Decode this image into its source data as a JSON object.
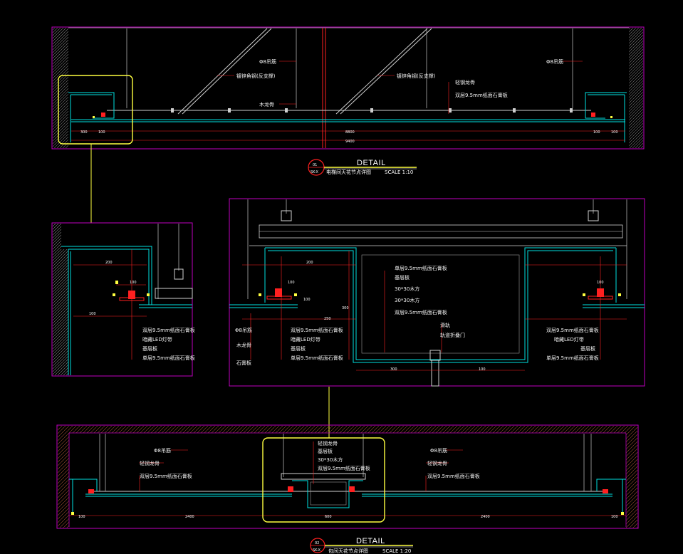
{
  "detail1": {
    "heading": "DETAIL",
    "number": "01",
    "sheet": "SK-X",
    "subtitle": "电梯间天花节点详图",
    "scale": "SCALE 1:10",
    "labels": {
      "rod_l": "Φ8吊筋",
      "rod_r": "Φ8吊筋",
      "angle_l": "镀锌角钢(反支撑)",
      "angle_r": "镀锌角钢(反支撑)",
      "keel_l": "木龙骨",
      "keel_r": "轻钢龙骨",
      "board_r": "双层9.5mm纸面石膏板"
    },
    "dims": [
      "300",
      "100",
      "8800",
      "100",
      "100",
      "9400"
    ]
  },
  "detail2": {
    "heading": "DETAIL",
    "number": "02",
    "sheet": "SK-X",
    "subtitle": "包间天花节点详图",
    "scale": "SCALE 1:20",
    "labels": {
      "rod_l": "Φ8吊筋",
      "keel_l": "轻钢龙骨",
      "board_l": "双层9.5mm纸面石膏板",
      "c1": "轻钢龙骨",
      "c2": "基层板",
      "c3": "30*30木方",
      "c4": "双层9.5mm纸面石膏板",
      "rod_r": "Φ8吊筋",
      "keel_r": "轻钢龙骨",
      "board_r": "双层9.5mm纸面石膏板"
    },
    "dims": [
      "100",
      "2400",
      "600",
      "2400",
      "100"
    ]
  },
  "zoom_left": {
    "labels": [
      "双层9.5mm纸面石膏板",
      "暗藏LED灯带",
      "基层板",
      "单层9.5mm纸面石膏板"
    ],
    "dims": [
      "200",
      "100",
      "100"
    ]
  },
  "zoom_right": {
    "labels_center": [
      "单层9.5mm纸面石膏板",
      "基层板",
      "30*30木方",
      "30*30木方",
      "双层9.5mm纸面石膏板",
      "滑轨",
      "轨道折叠门"
    ],
    "labels_left": [
      "Φ8吊筋",
      "木龙骨",
      "石膏板"
    ],
    "labels_mid": [
      "双层9.5mm纸面石膏板",
      "暗藏LED灯带",
      "基层板",
      "单层9.5mm纸面石膏板"
    ],
    "labels_right": [
      "双层9.5mm纸面石膏板",
      "暗藏LED灯带",
      "基层板",
      "单层9.5mm纸面石膏板"
    ],
    "dims": [
      "200",
      "100",
      "100",
      "300",
      "250",
      "300",
      "100",
      "100"
    ]
  },
  "colors": {
    "frame": "#c000c0",
    "cyan": "#00e0e0",
    "red": "#ff2020",
    "yellow": "#ffff40",
    "white": "#ffffff",
    "gray": "#9a9a9a"
  }
}
